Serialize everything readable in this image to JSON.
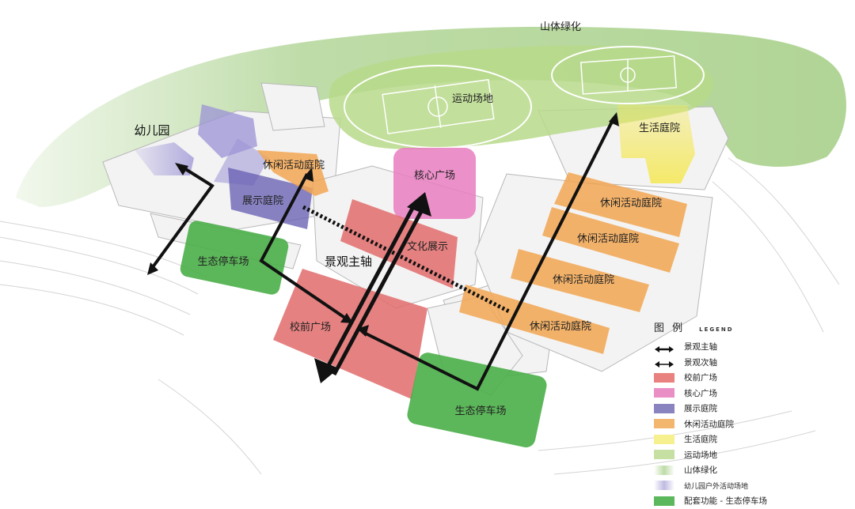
{
  "labels": {
    "mountain": "山体绿化",
    "sports": "运动场地",
    "kindergarten": "幼儿园",
    "leisure1": "休闲活动庭院",
    "display": "展示庭院",
    "core": "核心广场",
    "living": "生活庭院",
    "leisure2": "休闲活动庭院",
    "leisure3": "休闲活动庭院",
    "leisure4": "休闲活动庭院",
    "leisure5": "休闲活动庭院",
    "culture": "文化展示",
    "axis": "景观主轴",
    "parking1": "生态停车场",
    "front": "校前广场",
    "parking2": "生态停车场"
  },
  "legend": {
    "title": "图 例",
    "subtitle": "LEGEND",
    "items": [
      {
        "label": "景观主轴",
        "kind": "arrow-bold"
      },
      {
        "label": "景观次轴",
        "kind": "arrow-thin"
      },
      {
        "label": "校前广场",
        "kind": "swatch",
        "color": "#e9817f"
      },
      {
        "label": "核心广场",
        "kind": "swatch",
        "color": "#ea8fc6"
      },
      {
        "label": "展示庭院",
        "kind": "swatch",
        "color": "#8983bf"
      },
      {
        "label": "休闲活动庭院",
        "kind": "swatch",
        "color": "#f3b66f"
      },
      {
        "label": "生活庭院",
        "kind": "swatch",
        "color": "#f7f08f"
      },
      {
        "label": "运动场地",
        "kind": "swatch",
        "color": "#c5e0a2"
      },
      {
        "label": "山体绿化",
        "kind": "soft",
        "color": "#a8d08a"
      },
      {
        "label": "幼儿园户外活动场地",
        "kind": "soft",
        "color": "#a9a3d8",
        "small": true
      },
      {
        "label": "配套功能 - 生态停车场",
        "kind": "swatch",
        "color": "#5cb85c"
      }
    ]
  },
  "colors": {
    "front": "#e26b6b",
    "core": "#e77dbf",
    "display": "#6b64b4",
    "leisure": "#f2a652",
    "living": "#f5e85a",
    "sports": "#b7d98a",
    "mountain": "#a8d08a",
    "kinder": "#9b93d6",
    "parking": "#4aae48",
    "arrow": "#111111"
  }
}
